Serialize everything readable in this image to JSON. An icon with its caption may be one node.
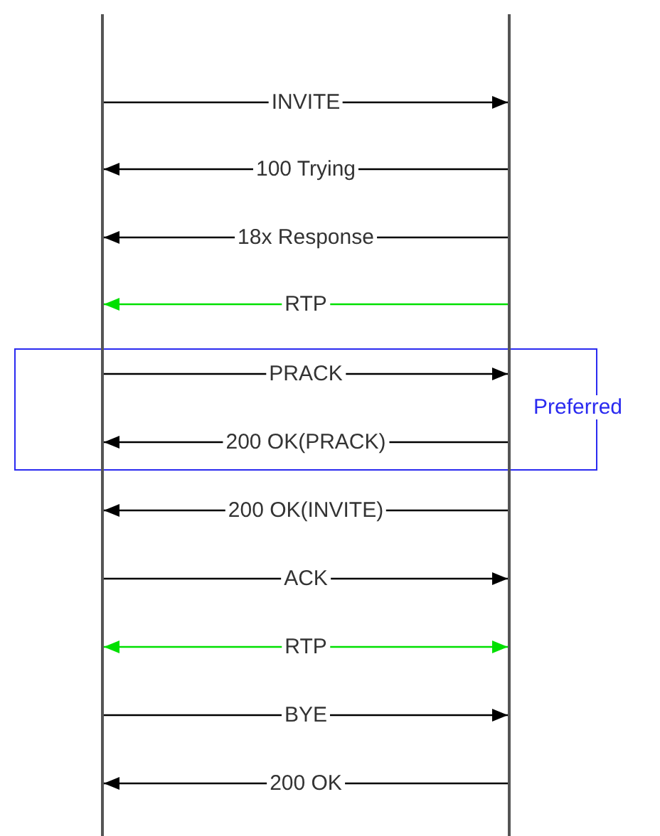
{
  "diagram": {
    "nodes": [
      {
        "text": [],
        "shape": "bar"
      },
      {
        "text": [],
        "shape": "bar"
      }
    ],
    "labels": [
      "Preferred"
    ],
    "edges": [
      {
        "from": 0,
        "to": 1,
        "arrow": "to",
        "label": "INVITE"
      },
      {
        "from": 1,
        "to": 0,
        "arrow": "to",
        "label": "100 Trying"
      },
      {
        "from": 1,
        "to": 0,
        "arrow": "to",
        "label": "18x Response"
      },
      {
        "from": 1,
        "to": 0,
        "arrow": "to",
        "label": "RTP",
        "color": "#00e000"
      },
      {
        "from": 0,
        "to": 1,
        "arrow": "to",
        "label": "PRACK"
      },
      {
        "from": 1,
        "to": 0,
        "arrow": "to",
        "label": "200 OK(PRACK)"
      },
      {
        "from": 1,
        "to": 0,
        "arrow": "to",
        "label": "200 OK(INVITE)"
      },
      {
        "from": 0,
        "to": 1,
        "arrow": "to",
        "label": "ACK"
      },
      {
        "from": 0,
        "to": 1,
        "arrow": "both",
        "label": "RTP",
        "color": "#00e000"
      },
      {
        "from": 0,
        "to": 1,
        "arrow": "to",
        "label": "BYE"
      },
      {
        "from": 1,
        "to": 0,
        "arrow": "to",
        "label": "200 OK"
      }
    ]
  }
}
